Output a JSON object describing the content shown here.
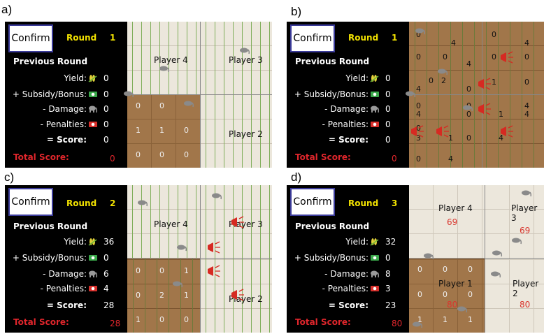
{
  "panel_labels": [
    "a)",
    "b)",
    "c)",
    "d)"
  ],
  "common": {
    "confirm": "Confirm",
    "round_label": "Round",
    "previous_round": "Previous Round",
    "yield_label": "Yield:",
    "subsidy_label": "+ Subsidy/Bonus:",
    "damage_label": "- Damage:",
    "penalties_label": "- Penalties:",
    "score_label": "= Score:",
    "total_label": "Total Score:",
    "player1": "Player 1",
    "player2": "Player 2",
    "player3": "Player 3",
    "player4": "Player 4"
  },
  "panels": {
    "a": {
      "round": "1",
      "yield": "0",
      "subsidy": "0",
      "damage": "0",
      "penalties": "0",
      "score": "0",
      "total": "0"
    },
    "b": {
      "round": "1",
      "yield": "0",
      "subsidy": "0",
      "damage": "0",
      "penalties": "0",
      "score": "0",
      "total": "0"
    },
    "c": {
      "round": "2",
      "yield": "36",
      "subsidy": "0",
      "damage": "6",
      "penalties": "4",
      "score": "28",
      "total": "28"
    },
    "d": {
      "round": "3",
      "yield": "32",
      "subsidy": "0",
      "damage": "8",
      "penalties": "3",
      "score": "23",
      "total": "80",
      "player4_score": "69",
      "player3_score": "69",
      "player1_score": "80",
      "player2_score": "80"
    }
  },
  "grid_numbers": {
    "a": [
      "0",
      "0",
      "1",
      "1",
      "0",
      "0",
      "0",
      "0"
    ],
    "b": [
      "0",
      "4",
      "0",
      "4",
      "0",
      "0",
      "4",
      "0",
      "0",
      "4",
      "0",
      "2",
      "0",
      "1",
      "0",
      "0",
      "0",
      "4",
      "4",
      "0",
      "1",
      "4",
      "0",
      "3",
      "1",
      "0",
      "4",
      "0",
      "4"
    ],
    "c": [
      "0",
      "0",
      "1",
      "0",
      "2",
      "1",
      "1",
      "0",
      "0"
    ],
    "d": [
      "0",
      "0",
      "0",
      "0",
      "0",
      "0",
      "1",
      "1",
      "1"
    ]
  },
  "icons": {
    "yield": "corn-icon",
    "subsidy": "money-icon",
    "damage": "elephant-icon",
    "penalty": "penalty-ticket-icon",
    "elephant": "elephant-icon",
    "deterrent": "horn-deterrent-icon"
  },
  "colors": {
    "round": "#f2e200",
    "total": "#e0262c",
    "soil": "#a1764a",
    "field": "#ece7dc",
    "crop": "#7fae5a",
    "deterrent": "#d62a22"
  }
}
